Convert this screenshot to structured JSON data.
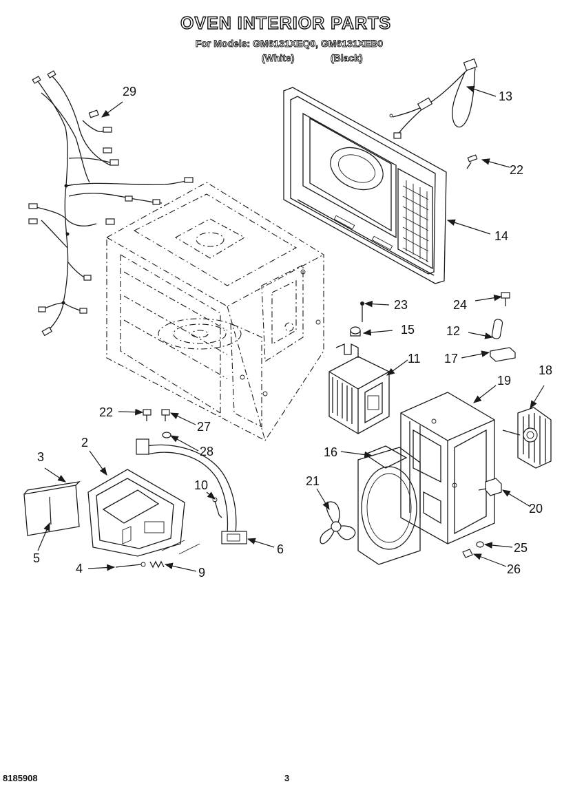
{
  "title": "OVEN INTERIOR PARTS",
  "models_line": "For Models: GM6131XEQ0, GM6131XEB0",
  "variants": [
    "(White)",
    "(Black)"
  ],
  "callouts": [
    "29",
    "13",
    "22",
    "14",
    "23",
    "24",
    "15",
    "12",
    "17",
    "11",
    "18",
    "19",
    "22",
    "27",
    "28",
    "3",
    "2",
    "16",
    "21",
    "10",
    "20",
    "6",
    "25",
    "5",
    "4",
    "9",
    "26"
  ],
  "footer": {
    "part_number": "8185908",
    "page_number": "3"
  }
}
